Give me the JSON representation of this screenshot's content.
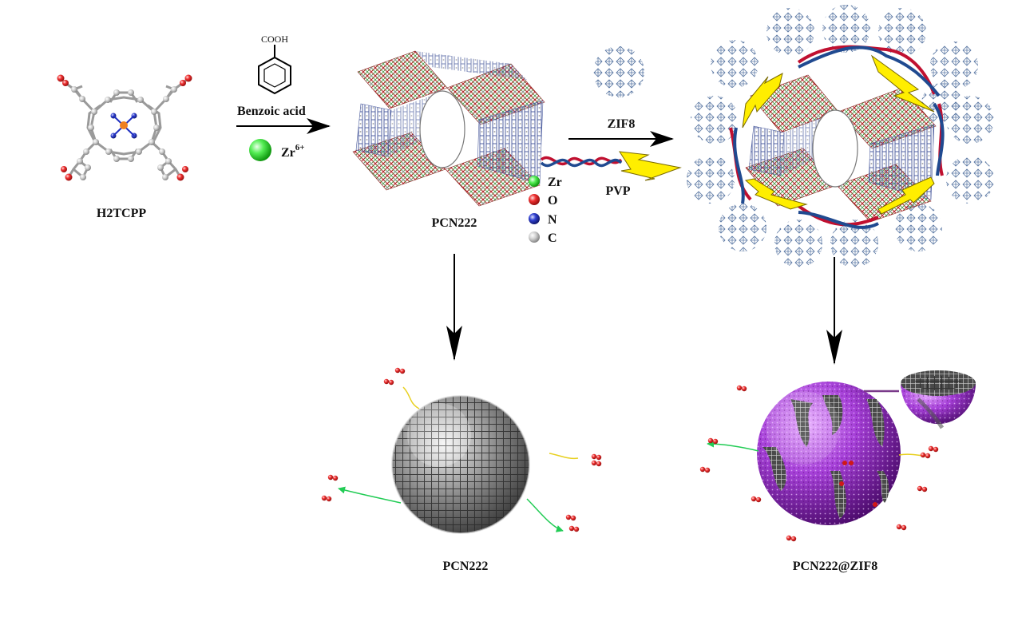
{
  "labels": {
    "h2tcpp": "H2TCPP",
    "cooh": "COOH",
    "benzoic_acid": "Benzoic acid",
    "zr_ion": "Zr",
    "zr_charge": "6+",
    "pcn222_framework": "PCN222",
    "zif8": "ZIF8",
    "pvp": "PVP",
    "pcn222_sphere": "PCN222",
    "pcn222_zif8": "PCN222@ZIF8"
  },
  "legend": [
    {
      "symbol": "Zr",
      "color": "#33dd33"
    },
    {
      "symbol": "O",
      "color": "#e02020"
    },
    {
      "symbol": "N",
      "color": "#2030c0"
    },
    {
      "symbol": "C",
      "color": "#c8c8c8"
    }
  ],
  "colors": {
    "framework_red": "#b02020",
    "framework_green": "#2a8a2a",
    "linker_blue": "#5060a0",
    "zif_blue": "#4a6a9a",
    "dna_red": "#c01030",
    "dna_blue": "#204a90",
    "lightning": "#ffee00",
    "sphere_grey": "#606060",
    "sphere_purple": "#9a30c0"
  },
  "icons": {
    "reaction_arrow": "arrow-right-icon",
    "down_arrow": "arrow-down-icon",
    "lightning": "lightning-icon",
    "dna": "dna-helix-icon"
  }
}
